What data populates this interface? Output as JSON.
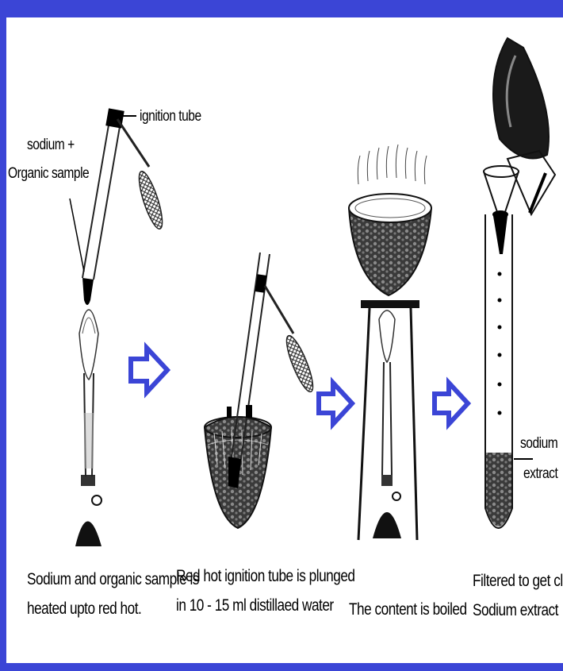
{
  "colors": {
    "frame": "#3b45d6",
    "arrow": "#3b45d6",
    "ink": "#000000"
  },
  "labels": {
    "ignition_tube": "ignition tube",
    "sodium_sample_line1": "sodium +",
    "sodium_sample_line2": "Organic sample",
    "sodium_extract_line1": "sodium",
    "sodium_extract_line2": "extract"
  },
  "steps": [
    {
      "line1": "Sodium and organic sample is",
      "line2": "heated upto red hot."
    },
    {
      "line1": "Red hot ignition tube is plunged",
      "line2": "in 10 - 15 ml distillaed water"
    },
    {
      "line1": "The content is boiled",
      "line2": ""
    },
    {
      "line1": "Filtered to get clear",
      "line2": "Sodium extract"
    }
  ],
  "icons": [
    "right-arrow-icon",
    "right-arrow-icon",
    "right-arrow-icon"
  ]
}
